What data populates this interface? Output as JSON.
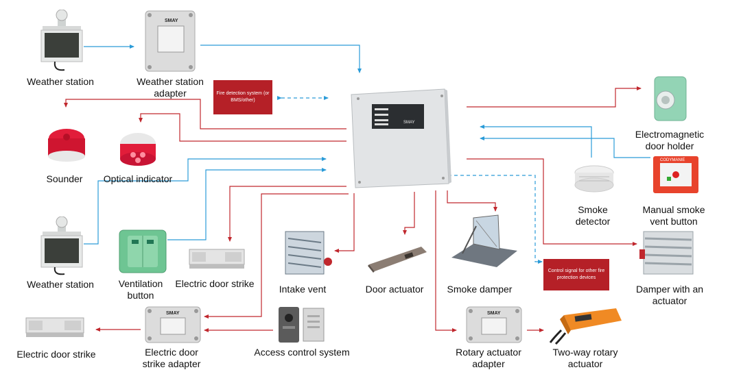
{
  "colors": {
    "signal_line": "#2a9bd8",
    "power_line": "#c0272d",
    "label_box": "#b52027",
    "panel": "#e2e4e6",
    "adapter": "#dcdcdc",
    "weather_panel": "#3b3f3a",
    "sounder": "#e11d3a",
    "holder": "#93d4b5",
    "manual_button": "#e8432c",
    "ventilation_button": "#6ec593"
  },
  "boxes": {
    "fire_detection": "Fire detection system (or BMS/other)",
    "control_signal": "Control signal for other fire protection devices"
  },
  "brand": {
    "adapter_logo": "SMAY",
    "panel_logo": "SMAY",
    "manual_button_header": "CODYMANIE"
  },
  "labels": {
    "weather_station_top": "Weather station",
    "weather_station_adapter": [
      "Weather station",
      "adapter"
    ],
    "sounder": "Sounder",
    "optical_indicator": "Optical indicator",
    "weather_station_mid": "Weather station",
    "ventilation_button": [
      "Ventilation",
      "button"
    ],
    "electric_door_strike_mid": "Electric door strike",
    "intake_vent": "Intake vent",
    "door_actuator": "Door actuator",
    "smoke_damper": "Smoke damper",
    "electromagnetic_door_holder": [
      "Electromagnetic",
      "door holder"
    ],
    "smoke_detector": [
      "Smoke",
      "detector"
    ],
    "manual_smoke_vent_button": [
      "Manual smoke",
      "vent button"
    ],
    "damper_with_actuator": [
      "Damper with an",
      "actuator"
    ],
    "electric_door_strike_bottom": "Electric door strike",
    "electric_door_strike_adapter": [
      "Electric door",
      "strike adapter"
    ],
    "access_control_system": "Access control system",
    "rotary_actuator_adapter": [
      "Rotary actuator",
      "adapter"
    ],
    "two_way_rotary_actuator": [
      "Two-way rotary",
      "actuator"
    ]
  }
}
